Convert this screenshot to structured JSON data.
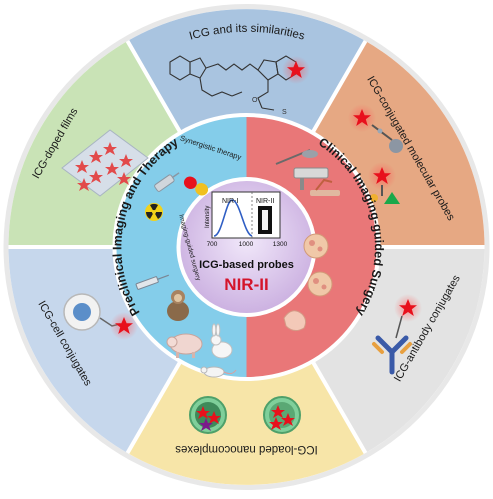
{
  "outer_ring": {
    "top": "ICG and its similarities",
    "top_right": "ICG-conjugated molecular probes",
    "right": "ICG-antibody conjugates",
    "bottom": "ICG-loaded nanocomplexes",
    "left": "ICG-cell conjugates",
    "top_left": "ICG-doped films"
  },
  "inner_ring": {
    "left": "Preclinical Imaging and Therapy",
    "right": "Clinical Imaging-guided Surgery",
    "synergistic": "Synergistic therapy",
    "imaging_guided": "Imaging-guided surgery"
  },
  "center": {
    "title": "ICG-based probes",
    "subtitle": "NIR-II",
    "nir1_label": "NIR-I",
    "nir2_label": "NIR-II",
    "y_axis_label": "Intensity",
    "tick_700": "700",
    "tick_1000": "1000",
    "tick_1300": "1300"
  },
  "colors": {
    "top": "#a9c4e0",
    "top_right": "#e6a883",
    "right": "#e3e3e3",
    "bottom": "#f7e5a8",
    "left": "#c6d7ec",
    "top_left": "#c9e3b6",
    "inner_left": "#84cdea",
    "inner_right": "#e97778",
    "center": "#d7c3ea",
    "accent_red": "#e8101c",
    "subtitle_red": "#d4142a"
  },
  "icons": [
    "star-icon",
    "radiation-icon",
    "capsule-icon",
    "mouse-icon",
    "rabbit-icon",
    "pig-icon",
    "monkey-icon",
    "syringe-icon"
  ]
}
